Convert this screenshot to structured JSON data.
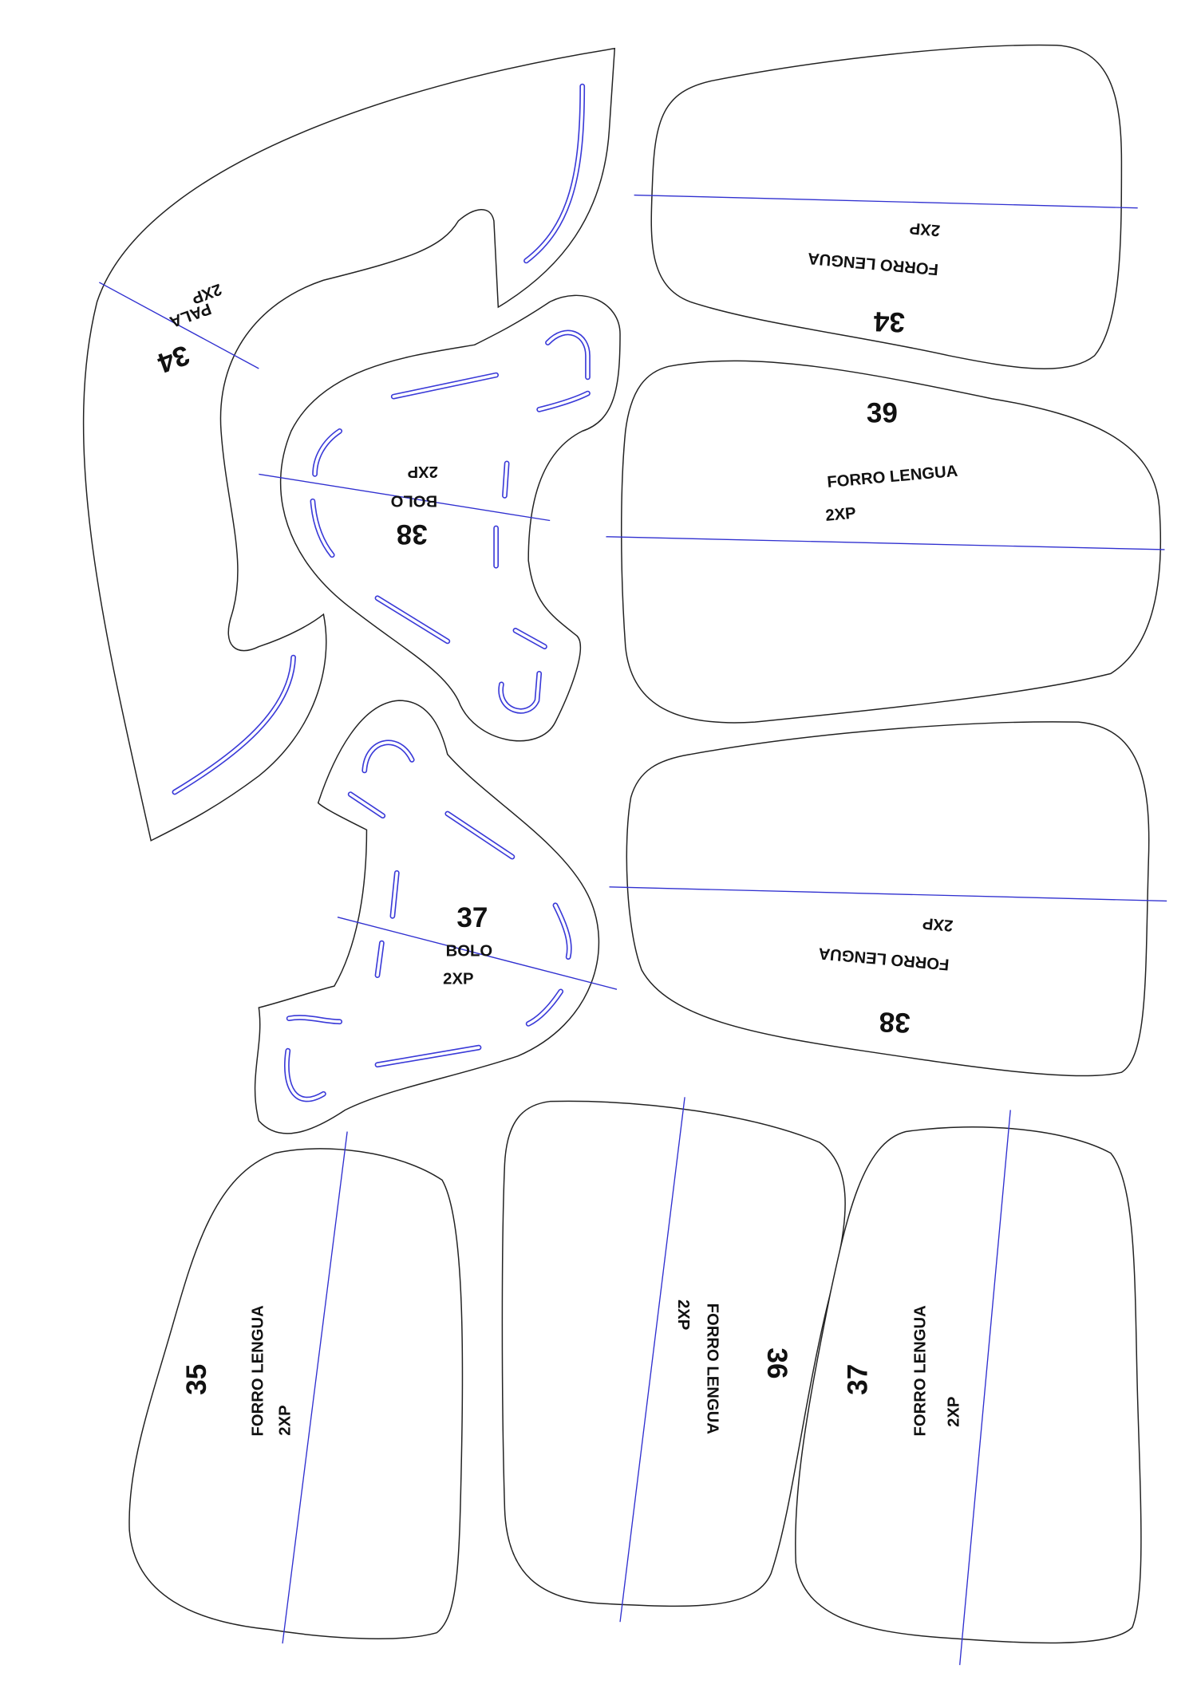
{
  "pieces": {
    "pala34": {
      "number": "34",
      "name": "PALA",
      "qty": "2XP"
    },
    "bolo38": {
      "number": "38",
      "name": "BOLO",
      "qty": "2XP"
    },
    "bolo37": {
      "number": "37",
      "name": "BOLO",
      "qty": "2XP"
    },
    "forro34": {
      "number": "34",
      "name": "FORRO LENGUA",
      "qty": "2XP"
    },
    "forro39": {
      "number": "39",
      "name": "FORRO LENGUA",
      "qty": "2XP"
    },
    "forro38": {
      "number": "38",
      "name": "FORRO LENGUA",
      "qty": "2XP"
    },
    "forro35": {
      "number": "35",
      "name": "FORRO LENGUA",
      "qty": "2XP"
    },
    "forro36": {
      "number": "36",
      "name": "FORRO LENGUA",
      "qty": "2XP"
    },
    "forro37": {
      "number": "37",
      "name": "FORRO LENGUA",
      "qty": "2XP"
    }
  },
  "colors": {
    "outline": "#222222",
    "grainline": "#3030d0"
  }
}
